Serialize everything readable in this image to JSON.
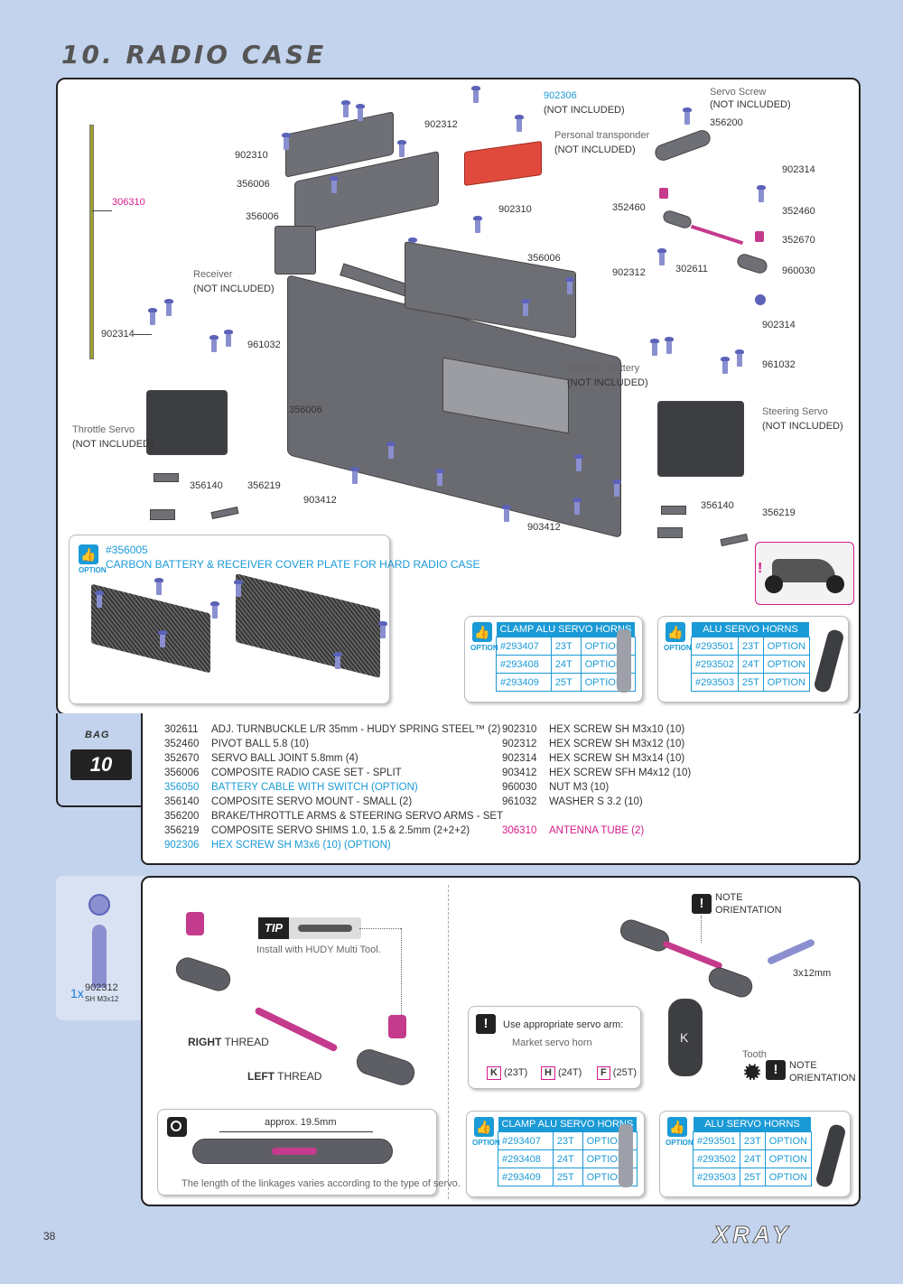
{
  "header": {
    "title": "10. RADIO CASE"
  },
  "diagram": {
    "labels": {
      "l306310": "306310",
      "l902314a": "902314",
      "l902310a": "902310",
      "l356006a": "356006",
      "l356006b": "356006",
      "l902312a": "902312",
      "receiver": "Receiver",
      "receiver_ni": "(NOT INCLUDED)",
      "l356006c": "356006",
      "l961032a": "961032",
      "l356006d": "356006",
      "throttle": "Throttle Servo",
      "throttle_ni": "(NOT INCLUDED)",
      "l356140a": "356140",
      "l356219a": "356219",
      "l903412a": "903412",
      "l902306": "902306",
      "l902306_ni": "(NOT INCLUDED)",
      "transponder": "Personal transponder",
      "transponder_ni": "(NOT INCLUDED)",
      "l902310b": "902310",
      "l356006e": "356006",
      "l903412b": "903412",
      "recv_batt": "Receiver battery",
      "recv_batt_ni": "(NOT INCLUDED)",
      "servo_screw": "Servo Screw",
      "servo_screw_ni": "(NOT INCLUDED)",
      "l356200": "356200",
      "l902314b": "902314",
      "l352460a": "352460",
      "l352460b": "352460",
      "l352670": "352670",
      "l902312b": "902312",
      "l302611": "302611",
      "l960030": "960030",
      "l902314c": "902314",
      "l961032b": "961032",
      "steering": "Steering Servo",
      "steering_ni": "(NOT INCLUDED)",
      "l356140b": "356140",
      "l356219b": "356219"
    },
    "option_plate": {
      "part_no": "#356005",
      "desc": "CARBON BATTERY & RECEIVER COVER PLATE FOR HARD RADIO CASE",
      "word": "OPTION"
    },
    "clamp_horns": {
      "title": "CLAMP ALU SERVO HORNS",
      "word": "OPTION",
      "rows": [
        {
          "no": "#293407",
          "t": "23T",
          "o": "OPTION"
        },
        {
          "no": "#293408",
          "t": "24T",
          "o": "OPTION"
        },
        {
          "no": "#293409",
          "t": "25T",
          "o": "OPTION"
        }
      ]
    },
    "alu_horns": {
      "title": "ALU SERVO HORNS",
      "word": "OPTION",
      "rows": [
        {
          "no": "#293501",
          "t": "23T",
          "o": "OPTION"
        },
        {
          "no": "#293502",
          "t": "24T",
          "o": "OPTION"
        },
        {
          "no": "#293503",
          "t": "25T",
          "o": "OPTION"
        }
      ]
    }
  },
  "bag": {
    "label": "BAG",
    "number": "10"
  },
  "parts_left": [
    {
      "no": "302611",
      "desc": "ADJ. TURNBUCKLE L/R 35mm  - HUDY SPRING STEEL™ (2)",
      "color": ""
    },
    {
      "no": "352460",
      "desc": "PIVOT BALL 5.8 (10)",
      "color": ""
    },
    {
      "no": "352670",
      "desc": "SERVO BALL JOINT  5.8mm (4)",
      "color": ""
    },
    {
      "no": "356006",
      "desc": "COMPOSITE RADIO CASE SET - SPLIT",
      "color": ""
    },
    {
      "no": "356050",
      "desc": "BATTERY CABLE WITH SWITCH (OPTION)",
      "color": "c"
    },
    {
      "no": "356140",
      "desc": "COMPOSITE SERVO MOUNT - SMALL (2)",
      "color": ""
    },
    {
      "no": "356200",
      "desc": "BRAKE/THROTTLE ARMS & STEERING SERVO ARMS - SET",
      "color": ""
    },
    {
      "no": "356219",
      "desc": "COMPOSITE SERVO SHIMS 1.0, 1.5 & 2.5mm (2+2+2)",
      "color": ""
    },
    {
      "no": "902306",
      "desc": "HEX SCREW  SH M3x6  (10) (OPTION)",
      "color": "c"
    }
  ],
  "parts_right": [
    {
      "no": "902310",
      "desc": "HEX SCREW  SH M3x10  (10)",
      "color": ""
    },
    {
      "no": "902312",
      "desc": "HEX SCREW  SH M3x12  (10)",
      "color": ""
    },
    {
      "no": "902314",
      "desc": "HEX SCREW  SH M3x14  (10)",
      "color": ""
    },
    {
      "no": "903412",
      "desc": "HEX SCREW  SFH M4x12  (10)",
      "color": ""
    },
    {
      "no": "960030",
      "desc": "NUT M3  (10)",
      "color": ""
    },
    {
      "no": "961032",
      "desc": "WASHER S 3.2 (10)",
      "color": ""
    },
    {
      "no": "",
      "desc": "",
      "color": ""
    },
    {
      "no": "306310",
      "desc": "ANTENNA TUBE (2)",
      "color": "m"
    }
  ],
  "screw_callout": {
    "qty": "1x",
    "part": "902312",
    "spec": "SH M3x12"
  },
  "assembly": {
    "tip_word": "TIP",
    "tip_text": "Install with HUDY Multi Tool.",
    "right_thread": "RIGHT",
    "right_thread_word": "THREAD",
    "left_thread": "LEFT",
    "left_thread_word": "THREAD",
    "approx": "approx. 19.5mm",
    "length_note": "The length of the linkages varies according to the type of servo.",
    "note1": "NOTE",
    "note1b": "ORIENTATION",
    "screw_size": "3x12mm",
    "servo_arm_note": "Use appropriate servo arm:",
    "market_horn": "Market servo horn",
    "k": "K",
    "k_t": "(23T)",
    "h": "H",
    "h_t": "(24T)",
    "f": "F",
    "f_t": "(25T)",
    "tooth": "Tooth",
    "note2": "NOTE",
    "note2b": "ORIENTATION",
    "k_letter": "K"
  },
  "footer": {
    "page": "38",
    "brand": "XRAY"
  }
}
